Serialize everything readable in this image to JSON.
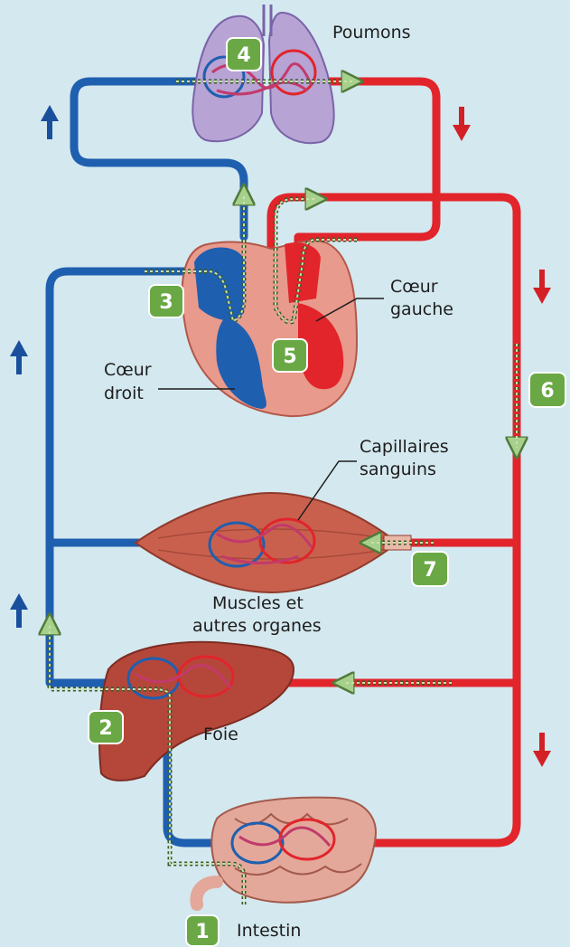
{
  "labels": {
    "lungs": "Poumons",
    "left_heart_1": "Cœur",
    "left_heart_2": "gauche",
    "right_heart_1": "Cœur",
    "right_heart_2": "droit",
    "capillaries_1": "Capillaires",
    "capillaries_2": "sanguins",
    "muscles_1": "Muscles et",
    "muscles_2": "autres organes",
    "liver": "Foie",
    "intestine": "Intestin"
  },
  "markers": [
    "1",
    "2",
    "3",
    "4",
    "5",
    "6",
    "7"
  ],
  "colors": {
    "background": "#d4e8ef",
    "oxygenated_red": "#e2242b",
    "deoxygenated_blue": "#1f5fb0",
    "dark_blue_arrow": "#1a4f9e",
    "marker_green": "#6aa845",
    "lung_purple": "#b7a3d4",
    "heart_pink": "#e89a8c",
    "muscle": "#c9604e",
    "liver": "#b5473a",
    "intestine": "#e3a89a",
    "dotted_path": "#6a8f5a"
  }
}
